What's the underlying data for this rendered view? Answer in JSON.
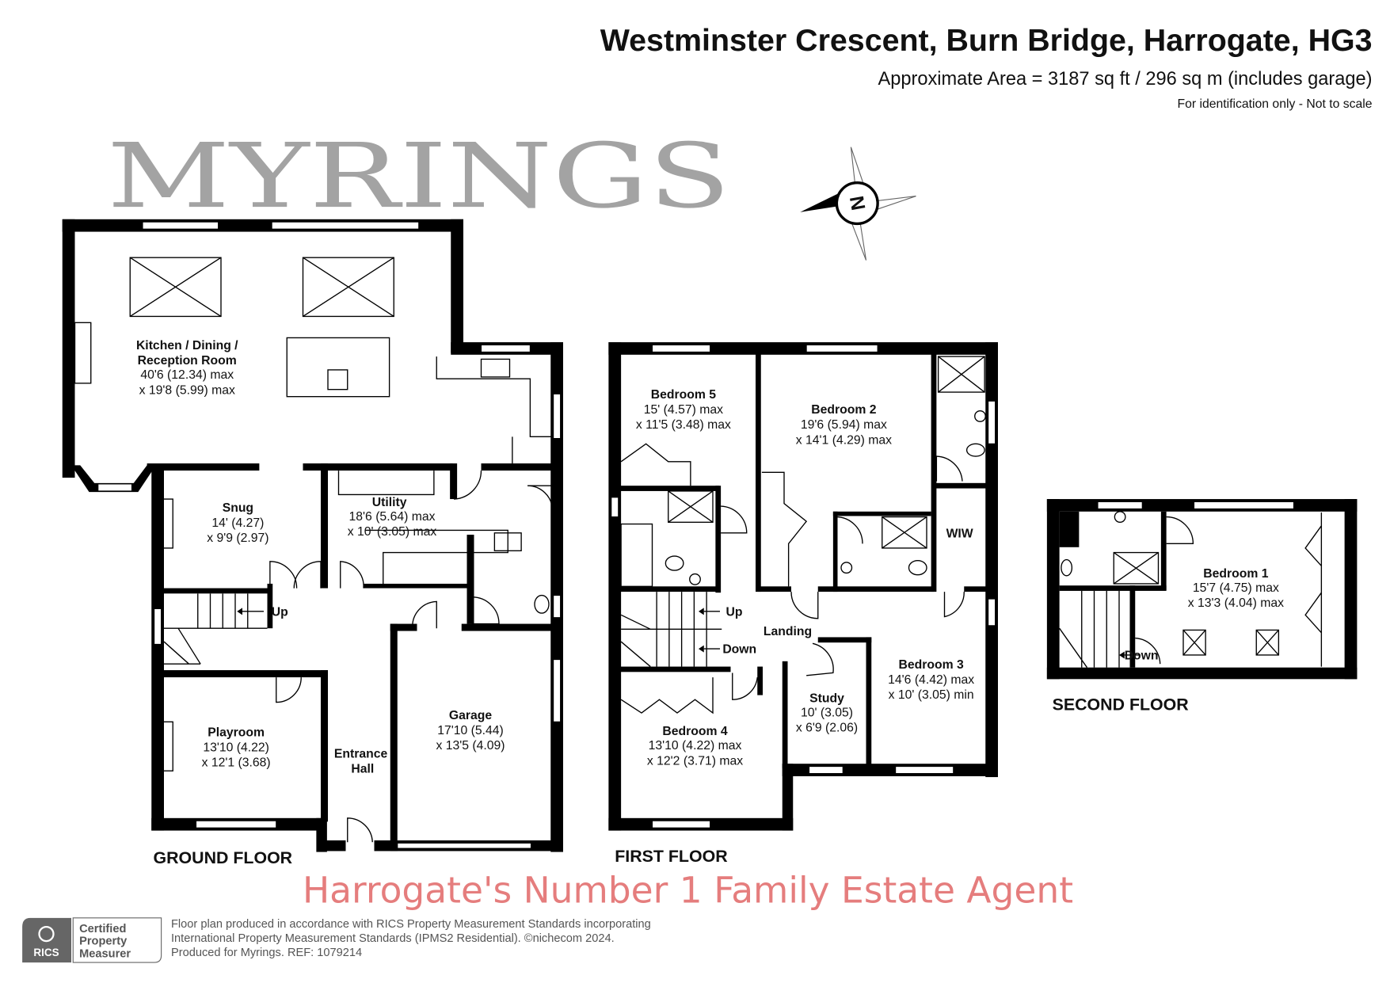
{
  "header": {
    "title": "Westminster Crescent, Burn Bridge, Harrogate, HG3",
    "area": "Approximate Area = 3187 sq ft / 296 sq m (includes garage)",
    "disclaimer": "For identification only - Not to scale"
  },
  "compass": {
    "label": "N"
  },
  "watermark": {
    "brand": "MYRINGS",
    "tagline": "Harrogate's Number 1 Family Estate Agent",
    "brand_color": "#8c8c8c",
    "tagline_color": "#e06666"
  },
  "ground_floor": {
    "label": "GROUND FLOOR",
    "rooms": {
      "kitchen": {
        "name1": "Kitchen / Dining /",
        "name2": "Reception Room",
        "dim1": "40'6 (12.34) max",
        "dim2": "x 19'8 (5.99) max"
      },
      "snug": {
        "name": "Snug",
        "dim1": "14' (4.27)",
        "dim2": "x 9'9 (2.97)"
      },
      "utility": {
        "name": "Utility",
        "dim1": "18'6 (5.64) max",
        "dim2": "x 10' (3.05) max"
      },
      "playroom": {
        "name": "Playroom",
        "dim1": "13'10 (4.22)",
        "dim2": "x 12'1 (3.68)"
      },
      "entrance": {
        "name1": "Entrance",
        "name2": "Hall"
      },
      "garage": {
        "name": "Garage",
        "dim1": "17'10 (5.44)",
        "dim2": "x 13'5 (4.09)"
      }
    },
    "stairs_up": "Up"
  },
  "first_floor": {
    "label": "FIRST FLOOR",
    "rooms": {
      "bedroom5": {
        "name": "Bedroom 5",
        "dim1": "15' (4.57) max",
        "dim2": "x 11'5 (3.48) max"
      },
      "bedroom2": {
        "name": "Bedroom 2",
        "dim1": "19'6 (5.94) max",
        "dim2": "x 14'1 (4.29) max"
      },
      "wiw": {
        "name": "WIW"
      },
      "landing": {
        "name": "Landing"
      },
      "bedroom3": {
        "name": "Bedroom 3",
        "dim1": "14'6 (4.42) max",
        "dim2": "x 10' (3.05) min"
      },
      "study": {
        "name": "Study",
        "dim1": "10' (3.05)",
        "dim2": "x 6'9 (2.06)"
      },
      "bedroom4": {
        "name": "Bedroom 4",
        "dim1": "13'10 (4.22) max",
        "dim2": "x 12'2 (3.71) max"
      }
    },
    "stairs_up": "Up",
    "stairs_down": "Down"
  },
  "second_floor": {
    "label": "SECOND FLOOR",
    "rooms": {
      "bedroom1": {
        "name": "Bedroom 1",
        "dim1": "15'7 (4.75) max",
        "dim2": "x 13'3 (4.04) max"
      }
    },
    "stairs_down": "Down"
  },
  "footer": {
    "badge_org": "RICS",
    "badge_line1": "Certified",
    "badge_line2": "Property",
    "badge_line3": "Measurer",
    "line1": "Floor plan produced in accordance with RICS Property Measurement Standards incorporating",
    "line2": "International Property Measurement Standards (IPMS2 Residential).   ©nichecom 2024.",
    "line3": "Produced for Myrings.   REF: 1079214"
  }
}
